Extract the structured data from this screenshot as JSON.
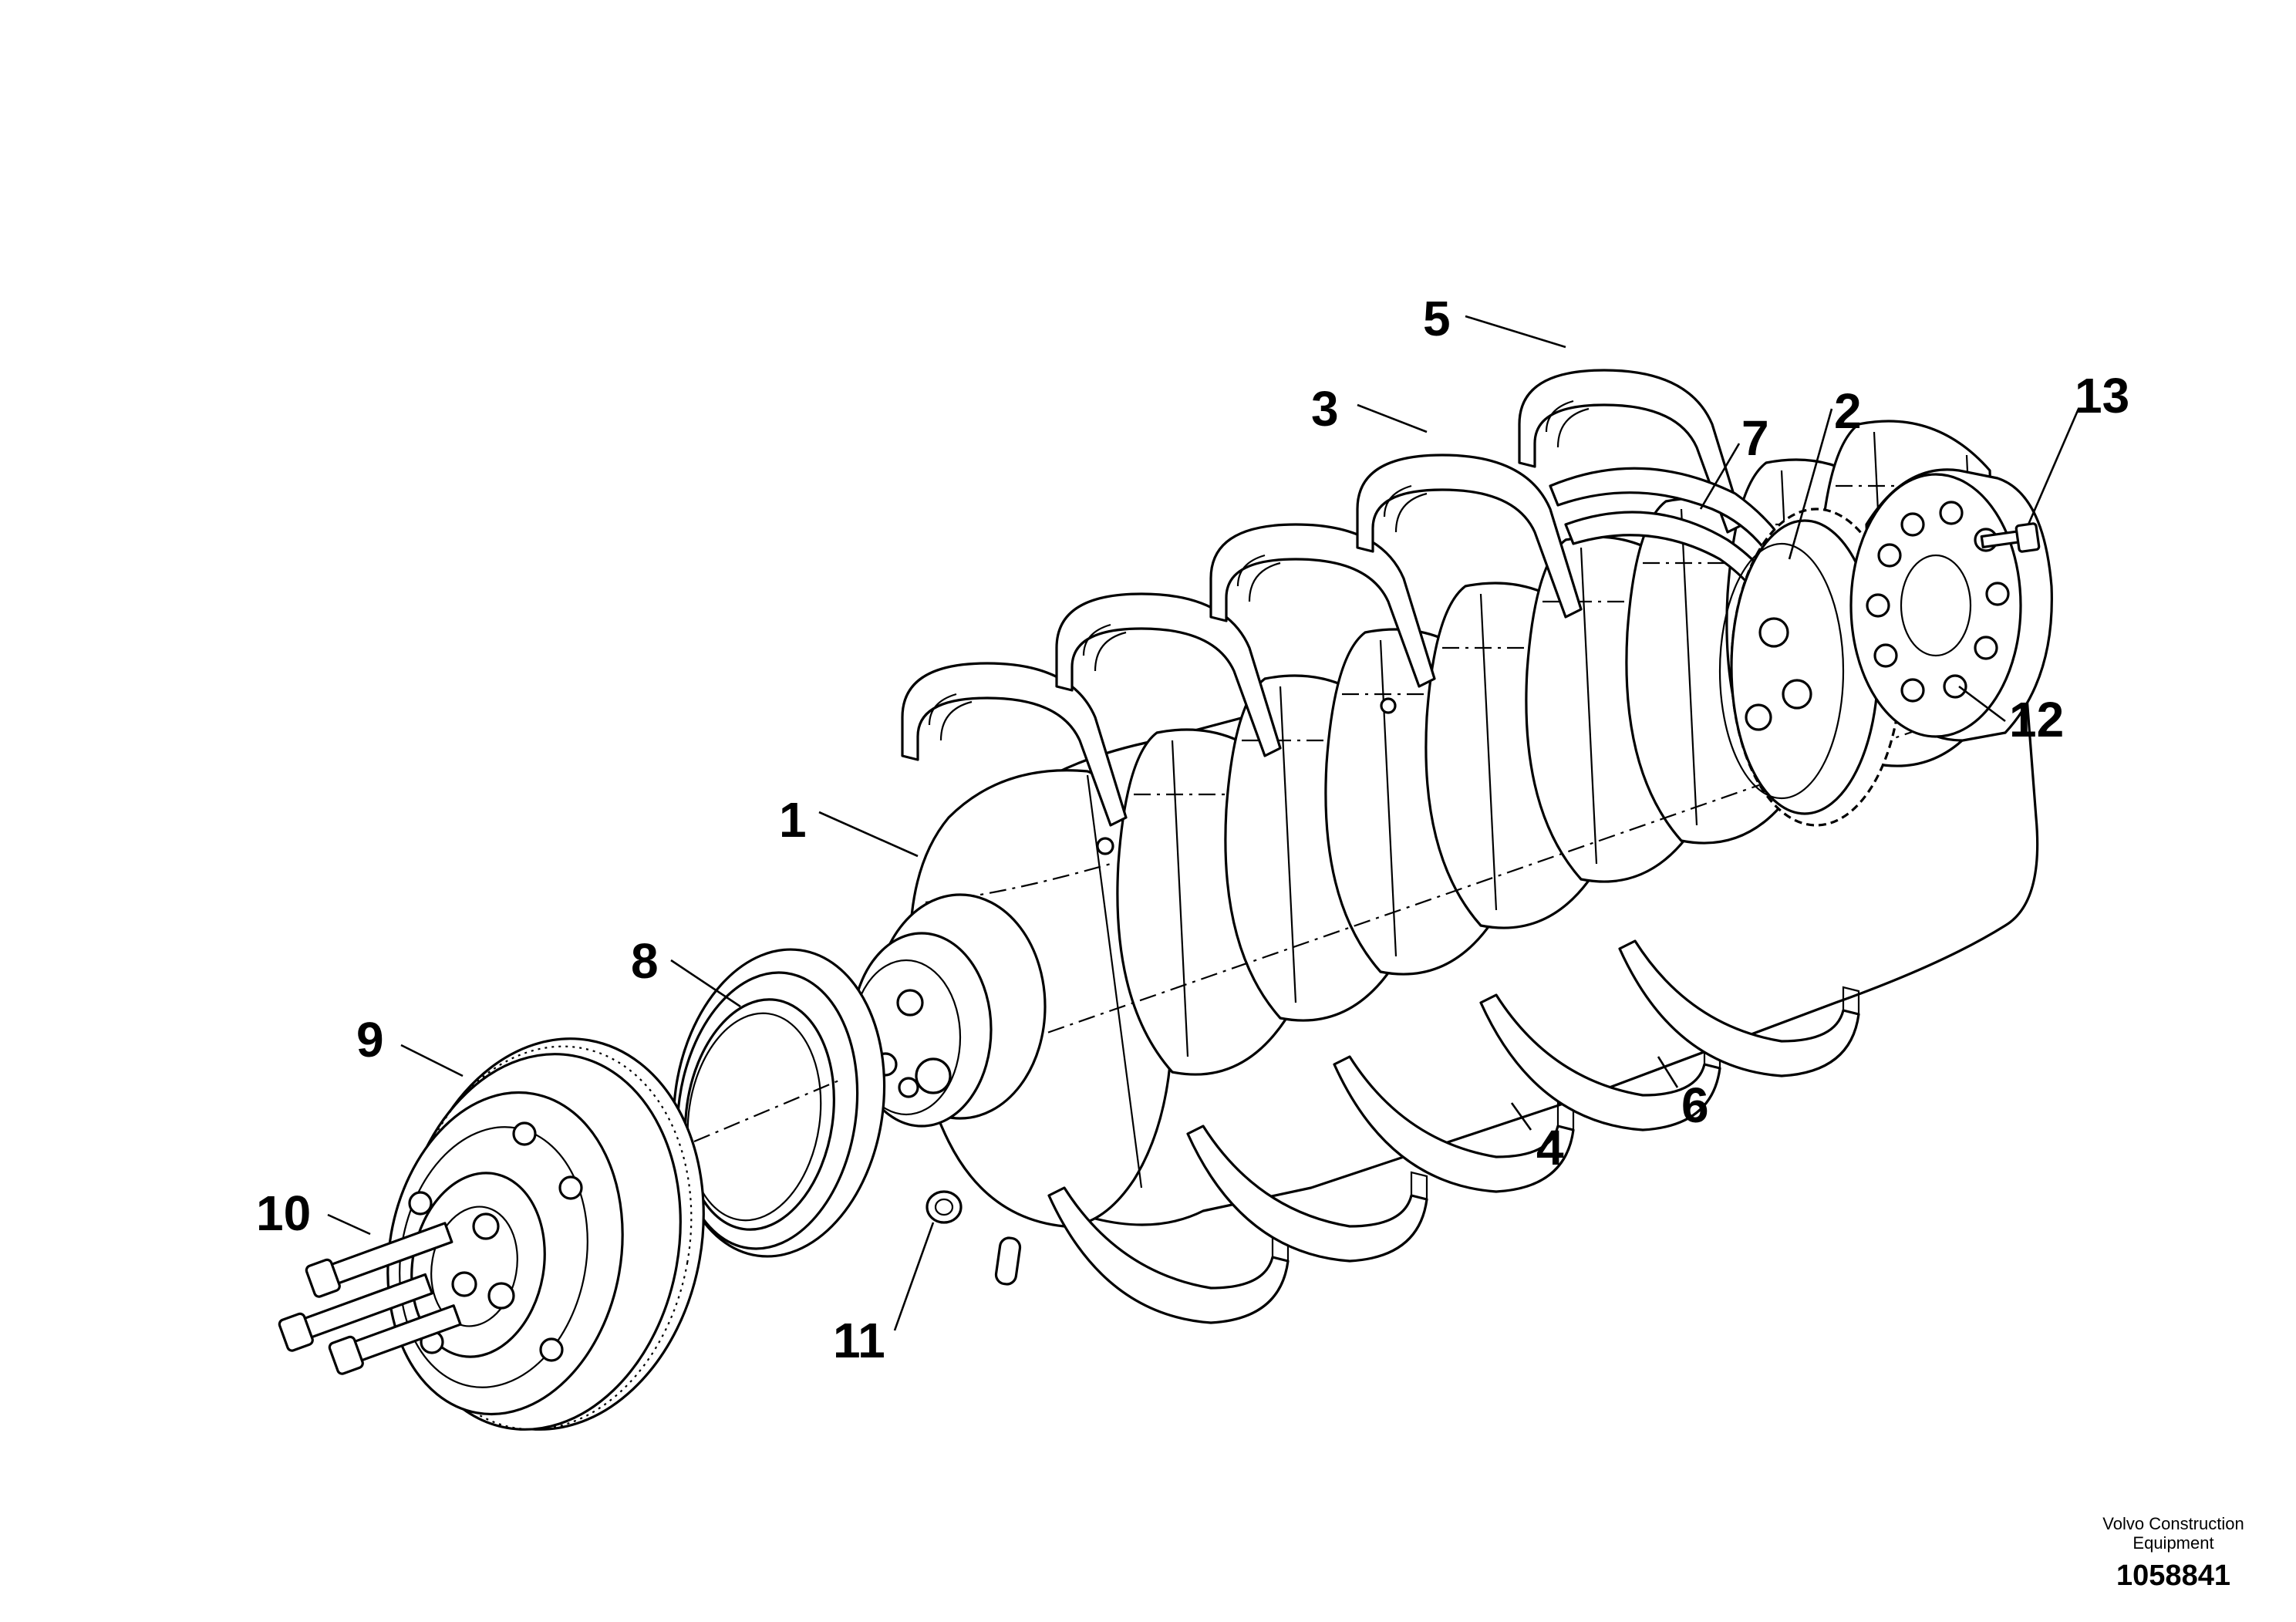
{
  "diagram": {
    "callouts": [
      {
        "id": "1",
        "label": "1"
      },
      {
        "id": "2",
        "label": "2"
      },
      {
        "id": "3",
        "label": "3"
      },
      {
        "id": "4",
        "label": "4"
      },
      {
        "id": "5",
        "label": "5"
      },
      {
        "id": "6",
        "label": "6"
      },
      {
        "id": "7",
        "label": "7"
      },
      {
        "id": "8",
        "label": "8"
      },
      {
        "id": "9",
        "label": "9"
      },
      {
        "id": "10",
        "label": "10"
      },
      {
        "id": "11",
        "label": "11"
      },
      {
        "id": "12",
        "label": "12"
      },
      {
        "id": "13",
        "label": "13"
      }
    ]
  },
  "credit": {
    "brand_line1": "Volvo Construction",
    "brand_line2": "Equipment",
    "drawing_number": "1058841"
  }
}
